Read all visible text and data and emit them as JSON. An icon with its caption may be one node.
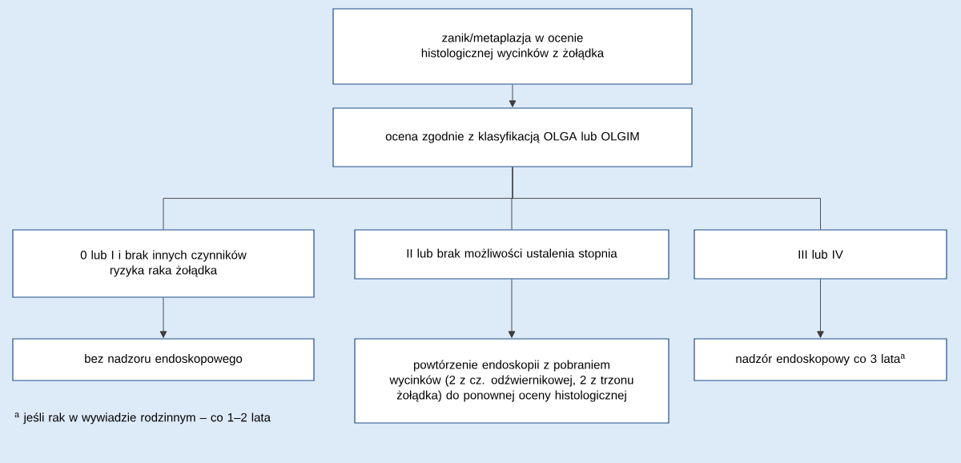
{
  "diagram": {
    "nodes": [
      {
        "text": [
          "zanik/metaplazja w ocenie histologicznej wycinków z żołądka"
        ]
      },
      {
        "text": [
          "ocena zgodnie z klasyfikacją OLGA lub OLGIM"
        ]
      },
      {
        "text": [
          "0 lub I i brak innych czynników ryzyka raka żołądka"
        ]
      },
      {
        "text": [
          "II lub brak możliwości ustalenia stopnia"
        ]
      },
      {
        "text": [
          "III lub IV"
        ]
      },
      {
        "text": [
          "bez nadzoru endoskopowego"
        ]
      },
      {
        "text": [
          "powtórzenie endoskopii z pobraniem wycinków (2 z cz. odźwiernikowej, 2 z trzonu żołądka) do ponownej oceny histologicznej"
        ]
      },
      {
        "text": [
          "nadzór endoskopowy co 3 lata$^{a}$"
        ]
      }
    ],
    "edges": [
      {
        "from": 0,
        "to": 1,
        "arrow": "to"
      },
      {
        "from": 1,
        "to": 2,
        "arrow": "none"
      },
      {
        "from": 1,
        "to": 3,
        "arrow": "none"
      },
      {
        "from": 1,
        "to": 4,
        "arrow": "none"
      },
      {
        "from": 2,
        "to": 5,
        "arrow": "to"
      },
      {
        "from": 3,
        "to": 6,
        "arrow": "to"
      },
      {
        "from": 4,
        "to": 7,
        "arrow": "to"
      }
    ],
    "labels": [
      "$^{a}$ jeśli rak w wywiadzie rodzinnym – co 1–2 lata"
    ]
  }
}
